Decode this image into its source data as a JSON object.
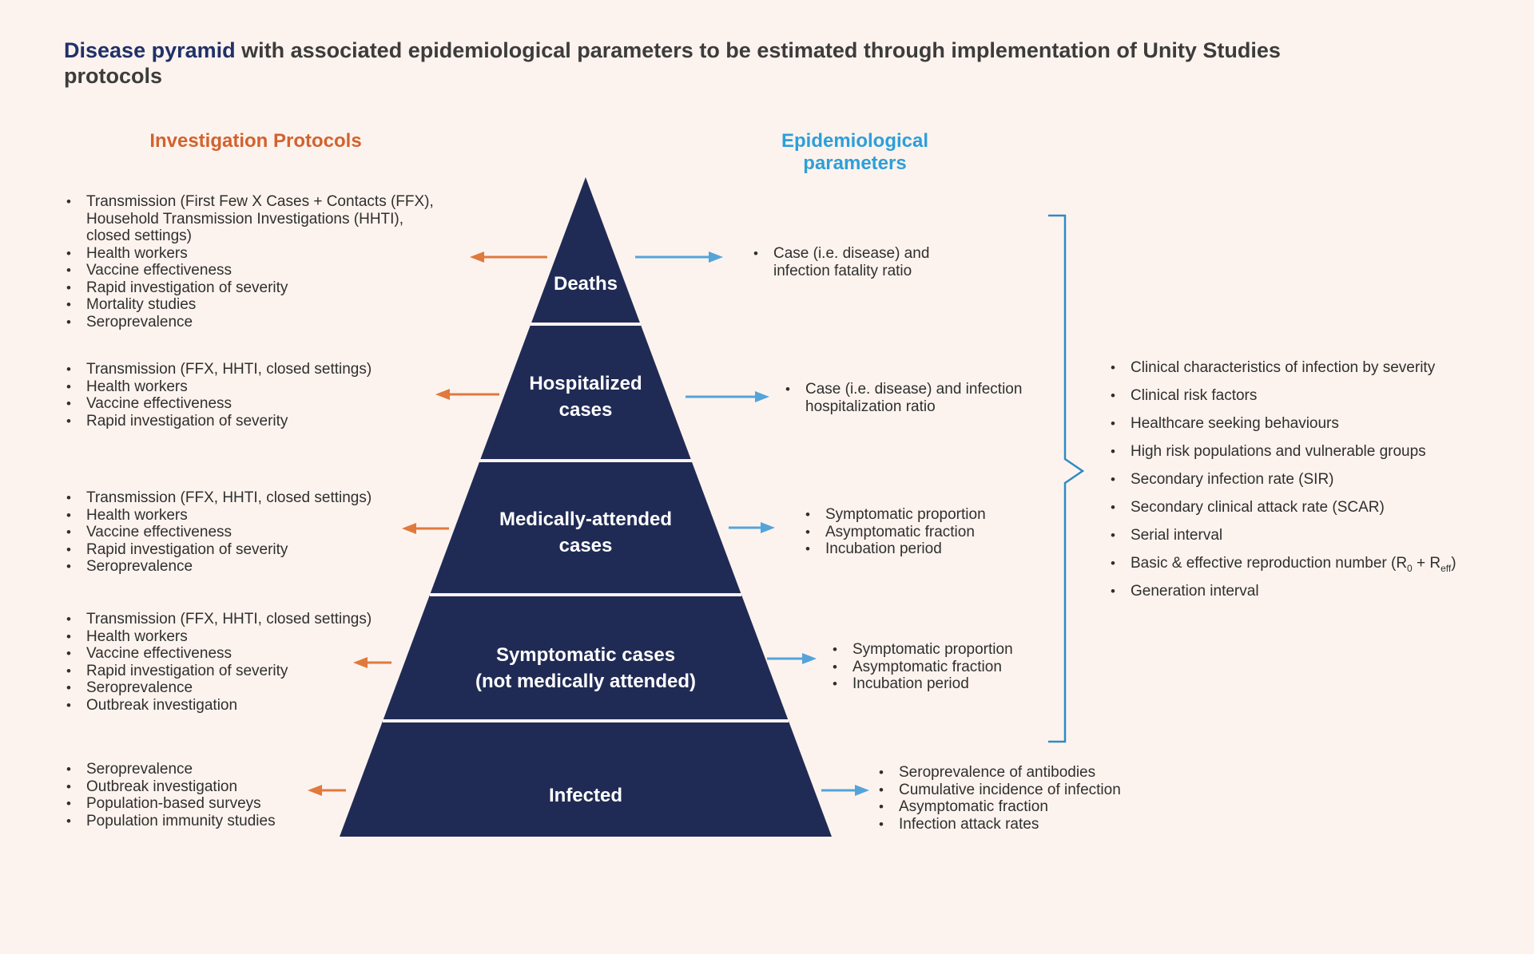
{
  "title": {
    "highlight": "Disease pyramid",
    "rest": " with associated epidemiological parameters to be estimated through implementation of Unity Studies protocols"
  },
  "headers": {
    "left": "Investigation Protocols",
    "right": "Epidemiological parameters"
  },
  "pyramid": {
    "levels": [
      {
        "label": "Deaths"
      },
      {
        "label": "Hospitalized\ncases"
      },
      {
        "label": "Medically-attended\ncases"
      },
      {
        "label": "Symptomatic cases\n(not medically attended)"
      },
      {
        "label": "Infected"
      }
    ]
  },
  "investigation_protocols": {
    "deaths": [
      "Transmission (First Few X Cases + Contacts (FFX), Household Transmission Investigations (HHTI), closed settings)",
      "Health workers",
      "Vaccine effectiveness",
      "Rapid investigation of severity",
      "Mortality studies",
      "Seroprevalence"
    ],
    "hospitalized": [
      "Transmission (FFX, HHTI, closed settings)",
      "Health workers",
      "Vaccine effectiveness",
      "Rapid investigation of severity"
    ],
    "medically_attended": [
      "Transmission (FFX, HHTI, closed settings)",
      "Health workers",
      "Vaccine effectiveness",
      "Rapid investigation of severity",
      "Seroprevalence"
    ],
    "symptomatic": [
      "Transmission (FFX, HHTI, closed settings)",
      "Health workers",
      "Vaccine effectiveness",
      "Rapid investigation of severity",
      "Seroprevalence",
      "Outbreak investigation"
    ],
    "infected": [
      "Seroprevalence",
      "Outbreak investigation",
      "Population-based surveys",
      "Population immunity studies"
    ]
  },
  "epidemiological_parameters": {
    "deaths": [
      "Case (i.e. disease) and infection fatality ratio"
    ],
    "hospitalized": [
      "Case (i.e. disease) and infection hospitalization ratio"
    ],
    "medically_attended": [
      "Symptomatic proportion",
      "Asymptomatic fraction",
      "Incubation period"
    ],
    "symptomatic": [
      "Symptomatic proportion",
      "Asymptomatic fraction",
      "Incubation period"
    ],
    "infected": [
      "Seroprevalence of antibodies",
      "Cumulative incidence of infection",
      "Asymptomatic fraction",
      "Infection attack rates"
    ]
  },
  "clinical_parameters": [
    "Clinical characteristics of infection by severity",
    "Clinical risk factors",
    "Healthcare seeking behaviours",
    "High risk populations and vulnerable groups",
    "Secondary infection rate (SIR)",
    "Secondary clinical attack rate (SCAR)",
    "Serial interval",
    {
      "parts": [
        {
          "t": "Basic & effective reproduction number (R"
        },
        {
          "t": "0",
          "sub": true
        },
        {
          "t": " + R"
        },
        {
          "t": "eff",
          "sub": true
        },
        {
          "t": ")"
        }
      ]
    },
    "Generation interval"
  ],
  "colors": {
    "background": "#fdf3ee",
    "pyramid_navy": "#202b55",
    "title_navy": "#1f3168",
    "header_orange": "#d2622e",
    "header_blue": "#2d9fd9",
    "arrow_orange": "#e0793d",
    "arrow_blue": "#54a4da",
    "brace_blue": "#2e8bc5",
    "body_text": "#333333"
  }
}
